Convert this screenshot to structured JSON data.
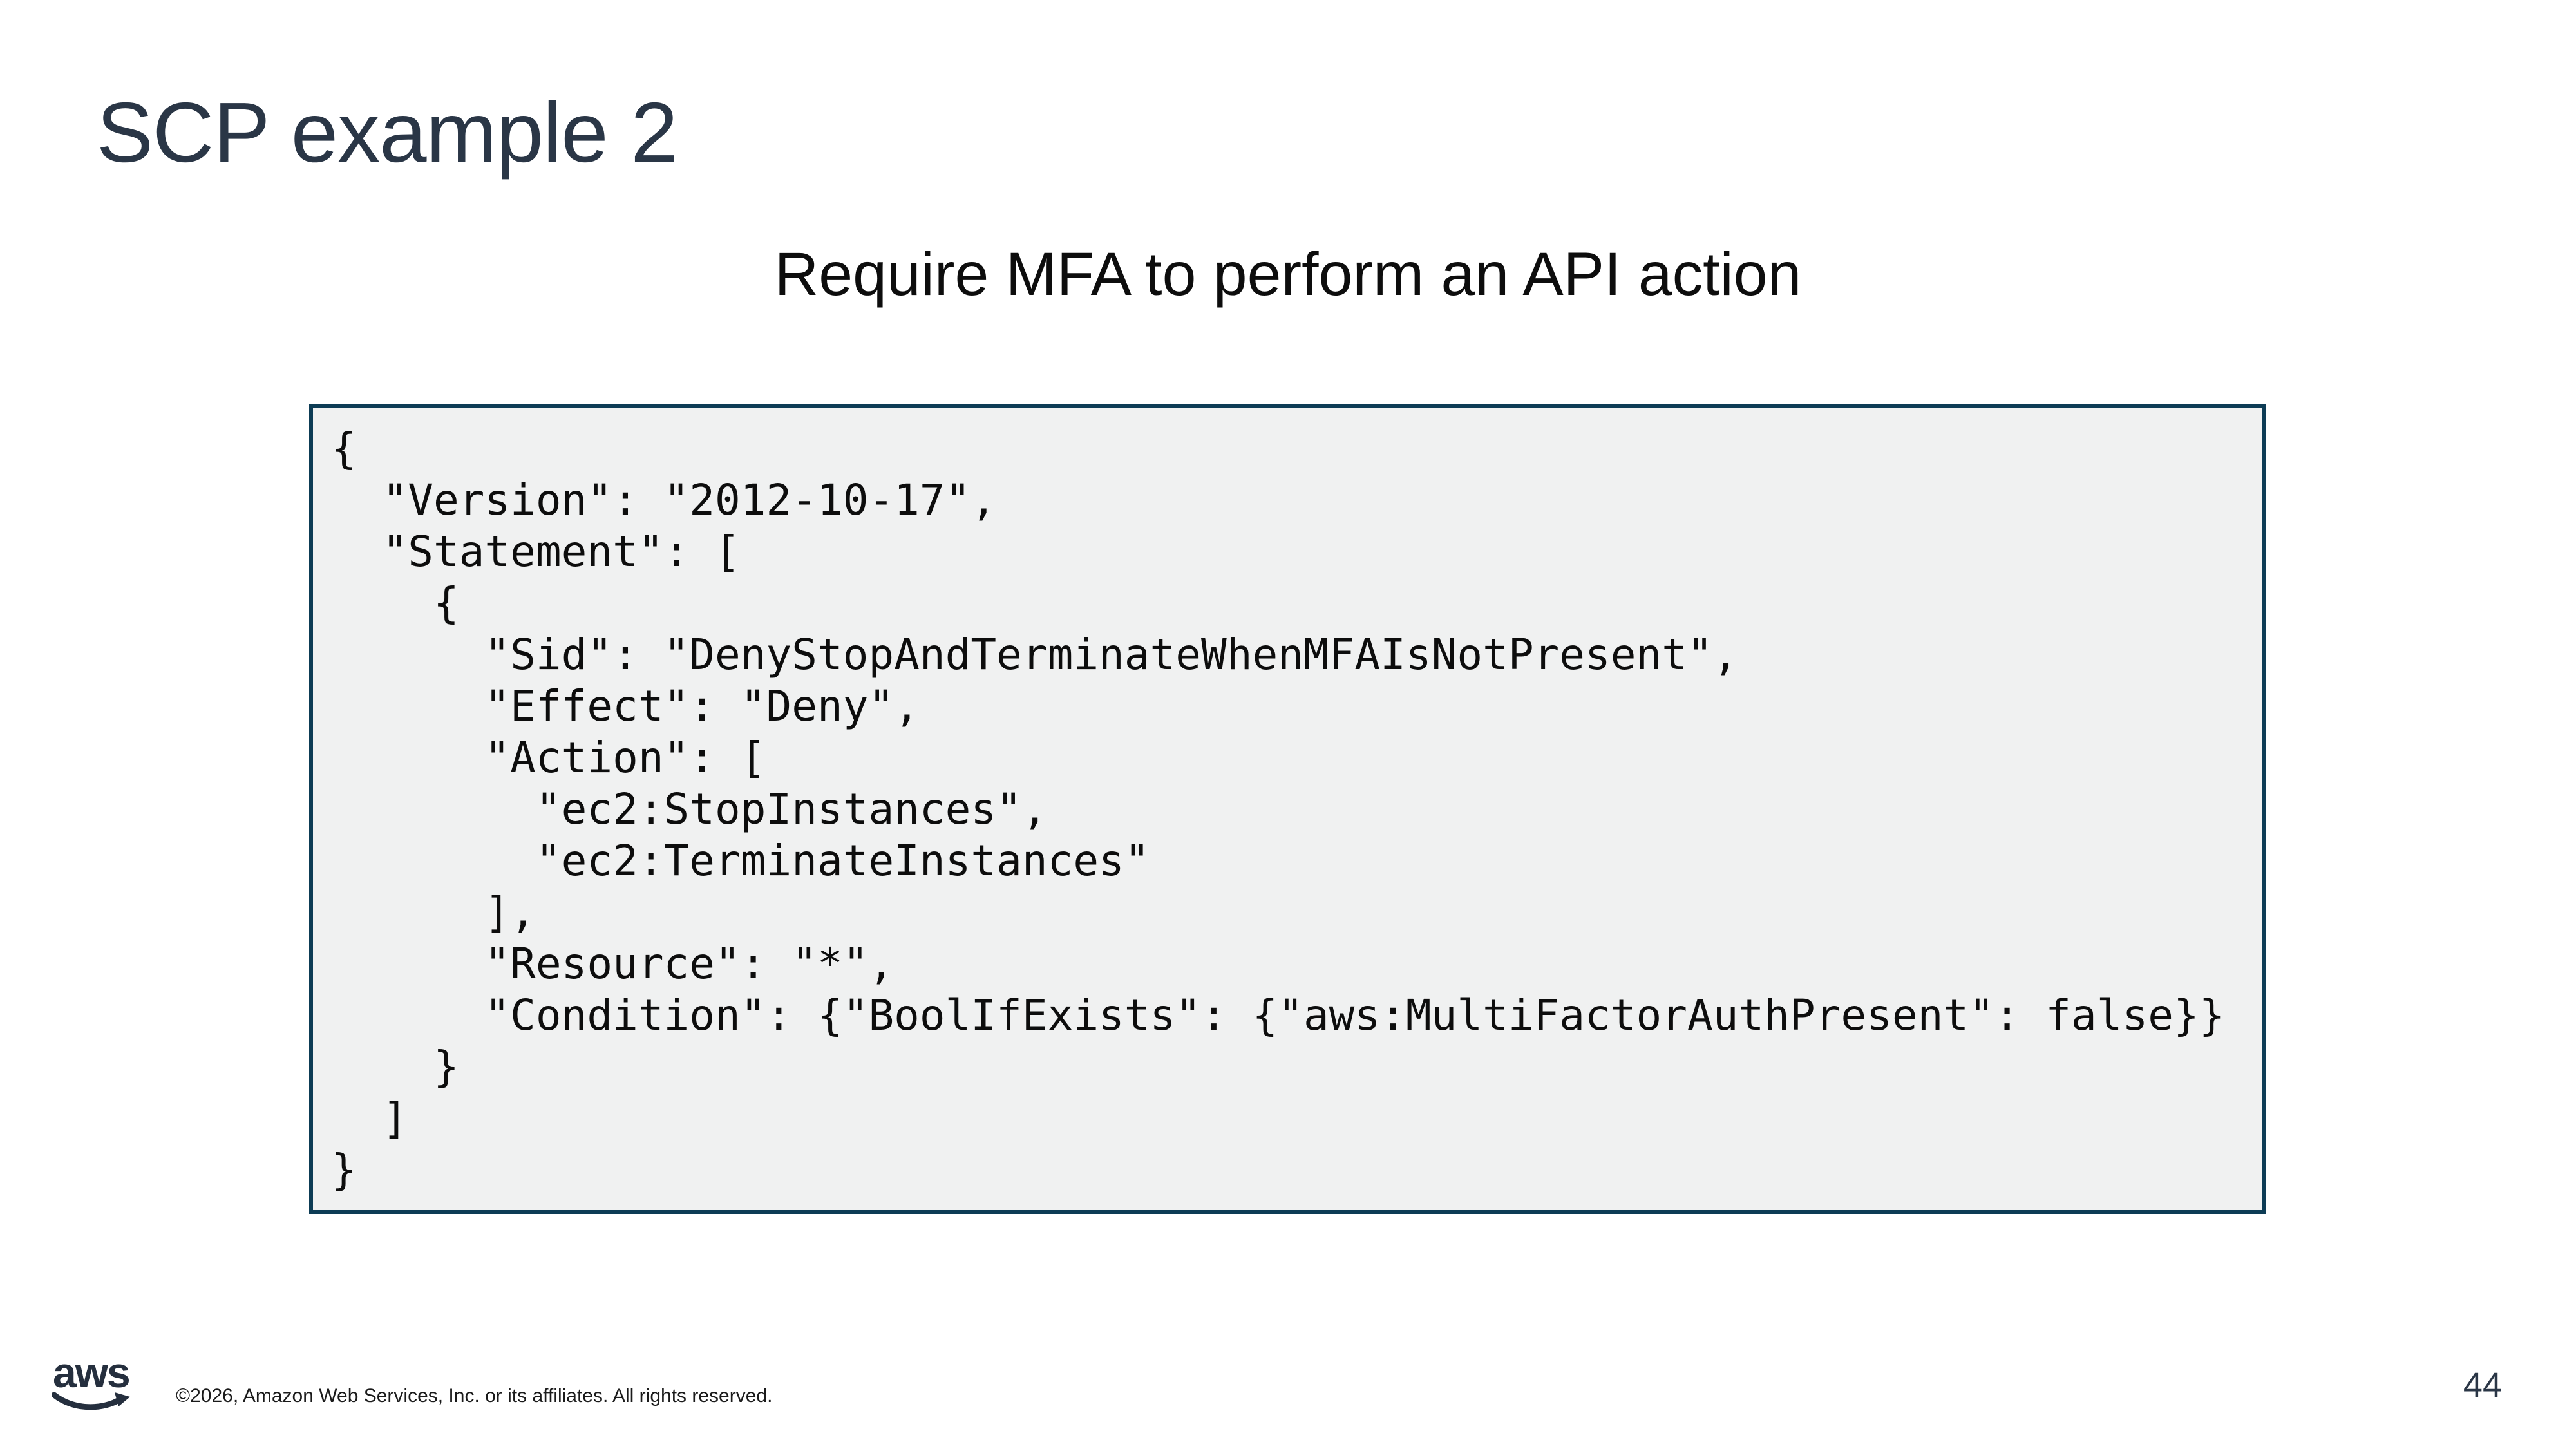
{
  "title": "SCP example 2",
  "subtitle": "Require MFA to perform an API action",
  "code": {
    "language": "json",
    "lines": [
      "{",
      "  \"Version\": \"2012-10-17\",",
      "  \"Statement\": [",
      "    {",
      "      \"Sid\": \"DenyStopAndTerminateWhenMFAIsNotPresent\",",
      "      \"Effect\": \"Deny\",",
      "      \"Action\": [",
      "        \"ec2:StopInstances\",",
      "        \"ec2:TerminateInstances\"",
      "      ],",
      "      \"Resource\": \"*\",",
      "      \"Condition\": {\"BoolIfExists\": {\"aws:MultiFactorAuthPresent\": false}}",
      "    }",
      "  ]",
      "}"
    ]
  },
  "footer": {
    "logo_text": "aws",
    "copyright": "©2026, Amazon Web Services, Inc. or its affiliates. All rights reserved.",
    "page_number": "44"
  },
  "colors": {
    "title_navy": "#2a3646",
    "code_box_border": "#0d3c55",
    "code_box_background": "#f0f1f1",
    "code_text": "#0d0d0d",
    "logo_navy": "#252f3e"
  }
}
